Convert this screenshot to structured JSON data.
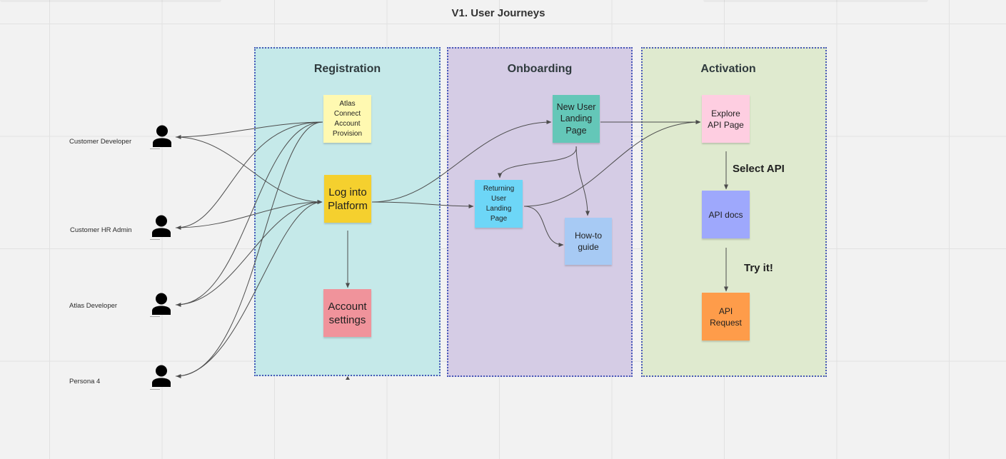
{
  "board": {
    "title": "V1. User Journeys",
    "colors": {
      "canvas": "#f2f2f2",
      "grid": "#e1e1e1",
      "connector": "#4d4d4d",
      "frame_border": "#4757b8"
    }
  },
  "personas": [
    {
      "label": "Customer Developer",
      "icon": "person-icon"
    },
    {
      "label": "Customer HR Admin",
      "icon": "person-icon"
    },
    {
      "label": "Atlas Developer",
      "icon": "person-icon"
    },
    {
      "label": "Persona 4",
      "icon": "person-icon"
    }
  ],
  "frames": {
    "registration": {
      "title": "Registration",
      "color": "#c5e9e9",
      "notes": {
        "atlas_connect": {
          "text": "Atlas Connect Account Provision",
          "color": "#fff9b1"
        },
        "log_into_platform": {
          "text": "Log into Platform",
          "color": "#f5d02e"
        },
        "account_settings": {
          "text": "Account settings",
          "color": "#f0939b"
        }
      }
    },
    "onboarding": {
      "title": "Onboarding",
      "color": "#d5cce5",
      "notes": {
        "new_user_landing": {
          "text": "New User Landing Page",
          "color": "#64c7b8"
        },
        "returning_user_landing": {
          "text": "Returning User Landing Page",
          "color": "#6dd6f7"
        },
        "how_to_guide": {
          "text": "How-to guide",
          "color": "#a7caf4"
        }
      }
    },
    "activation": {
      "title": "Activation",
      "color": "#dfeacf",
      "notes": {
        "explore_api": {
          "text": "Explore API Page",
          "color": "#fecee1"
        },
        "api_docs": {
          "text": "API docs",
          "color": "#9ea8fc"
        },
        "api_request": {
          "text": "API Request",
          "color": "#fe9c4a"
        }
      },
      "labels": {
        "select_api": "Select API",
        "try_it": "Try it!"
      }
    }
  }
}
